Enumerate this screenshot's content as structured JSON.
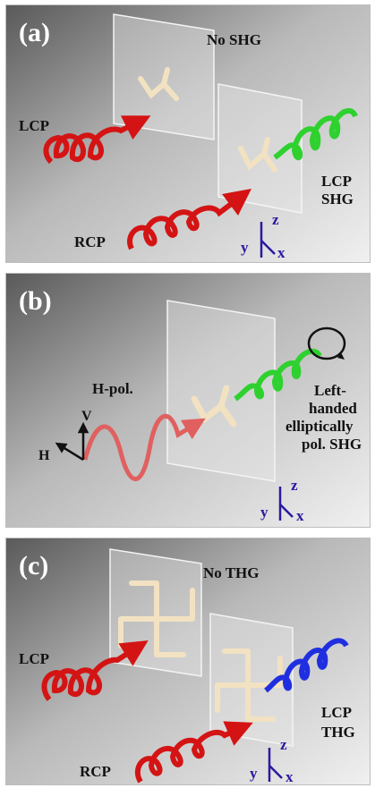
{
  "panels": [
    {
      "label": "(a)",
      "top_text": "No SHG",
      "inputs": [
        "LCP",
        "RCP"
      ],
      "output_lines": [
        "LCP",
        "SHG"
      ],
      "axes": {
        "z": "z",
        "y": "y",
        "x": "x"
      }
    },
    {
      "label": "(b)",
      "input": "H-pol.",
      "output_lines": [
        "Left-",
        "handed",
        "elliptically",
        "pol. SHG"
      ],
      "axes": {
        "z": "z",
        "y": "y",
        "x": "x"
      },
      "pol_axes": {
        "v": "V",
        "h": "H"
      }
    },
    {
      "label": "(c)",
      "top_text": "No THG",
      "inputs": [
        "LCP",
        "RCP"
      ],
      "output_lines": [
        "LCP",
        "THG"
      ],
      "axes": {
        "z": "z",
        "y": "y",
        "x": "x"
      }
    }
  ],
  "colors": {
    "fundamental": "#d41414",
    "shg": "#2fd12f",
    "thg": "#1f2fe0",
    "structure": "#f2e2c2",
    "axes": "#2a1aa0"
  }
}
